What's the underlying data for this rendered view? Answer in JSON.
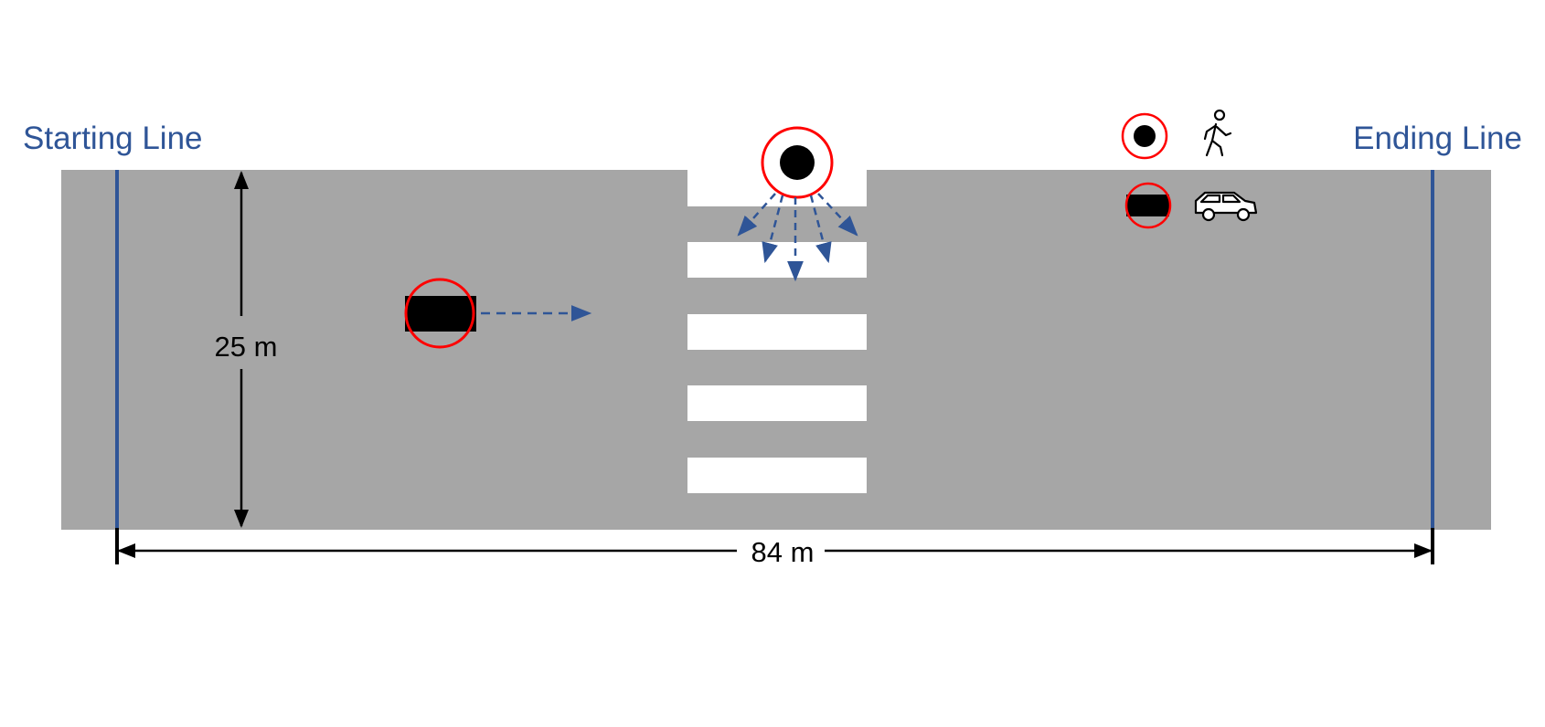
{
  "labels": {
    "start_line": "Starting Line",
    "end_line": "Ending Line",
    "width_dimension": "25 m",
    "length_dimension": "84 m"
  },
  "legend": {
    "items": [
      {
        "marker": "circle",
        "icon": "pedestrian-icon"
      },
      {
        "marker": "rectangle",
        "icon": "car-icon"
      }
    ]
  },
  "colors": {
    "road": "#a6a6a6",
    "crosswalk": "#ffffff",
    "boundary_line": "#2f5597",
    "marker_ring": "#ff0000",
    "trajectory_arrow": "#2f5597"
  }
}
